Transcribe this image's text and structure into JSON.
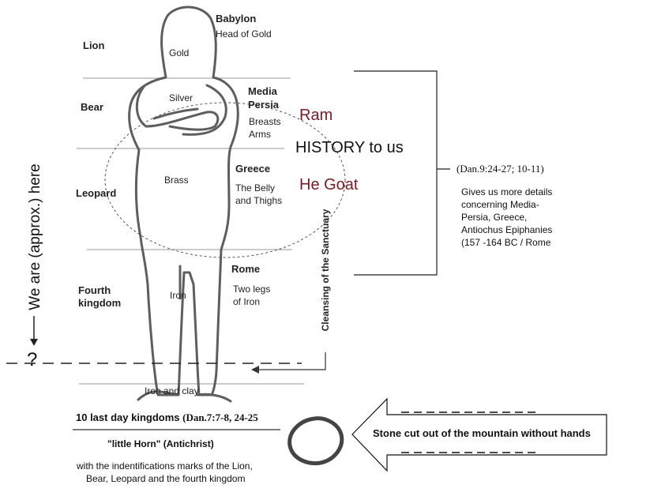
{
  "kingdoms": {
    "lion": "Lion",
    "bear": "Bear",
    "leopard": "Leopard",
    "fourth": [
      "Fourth",
      "kingdom"
    ]
  },
  "metals": {
    "gold": "Gold",
    "silver": "Silver",
    "brass": "Brass",
    "iron": "Iron",
    "iron_clay": "Iron and clay"
  },
  "empires": {
    "babylon": {
      "name": "Babylon",
      "desc": "Head of Gold"
    },
    "media_persia": {
      "name": [
        "Media",
        "Persia"
      ],
      "desc": [
        "Breasts",
        "Arms"
      ]
    },
    "greece": {
      "name": "Greece",
      "desc": [
        "The Belly",
        "and Thighs"
      ]
    },
    "rome": {
      "name": "Rome",
      "desc": [
        "Two legs",
        "of Iron"
      ]
    }
  },
  "vision": {
    "ram": "Ram",
    "history": "HISTORY to us",
    "he_goat": "He Goat"
  },
  "reference": {
    "dan": "(Dan.9:24-27; 10-11)",
    "details": [
      "Gives us more details",
      "concerning Media-",
      "Persia, Greece,",
      "Antiochus Epiphanies",
      "(157 -164 BC / Rome"
    ]
  },
  "side_labels": {
    "cleansing": "Cleansing of the Sanctuary",
    "we_are": "We are (approx.) here",
    "question": "?"
  },
  "bottom": {
    "ten_kingdoms_prefix": "10 last day kingdoms ",
    "ten_kingdoms_ref": "(Dan.7:7-8, 24-25",
    "little_horn": "\"little Horn\" (Antichrist)",
    "marks": [
      "with the indentifications marks of the Lion,",
      "Bear, Leopard and the fourth kingdom"
    ],
    "stone": "Stone cut out of the mountain without hands"
  },
  "colors": {
    "vision_text": "#7a1a22",
    "outline": "#5a5a5a",
    "lines": "#999999"
  }
}
